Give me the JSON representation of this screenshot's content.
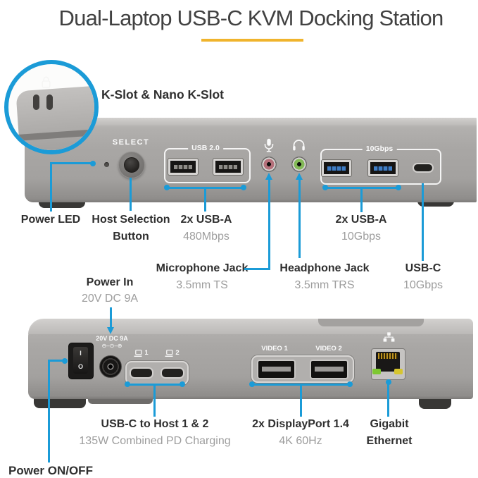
{
  "title": "Dual-Laptop USB-C KVM Docking Station",
  "colors": {
    "callout_blue": "#1b9bd7",
    "underline_yellow": "#f0b42d"
  },
  "inset": {
    "label": "K-Slot & Nano K-Slot"
  },
  "front_panel": {
    "select_print": "SELECT",
    "usb2_group_print": "USB 2.0",
    "usb10_group_print": "10Gbps",
    "labels": {
      "power_led": "Power LED",
      "host_btn_l1": "Host Selection",
      "host_btn_l2": "Button",
      "usb2_l1": "2x USB-A",
      "usb2_l2": "480Mbps",
      "mic_l1": "Microphone Jack",
      "mic_l2": "3.5mm TS",
      "hp_l1": "Headphone Jack",
      "hp_l2": "3.5mm TRS",
      "usb10_l1": "2x USB-A",
      "usb10_l2": "10Gbps",
      "usbc_l1": "USB-C",
      "usbc_l2": "10Gbps"
    }
  },
  "rear_panel": {
    "power_print": "20V DC 9A",
    "polarity": "⊖–⊙–⊕",
    "switch_on": "I",
    "switch_off": "O",
    "host1": "1",
    "host2": "2",
    "video1": "VIDEO 1",
    "video2": "VIDEO 2",
    "labels": {
      "power_in_l1": "Power In",
      "power_in_l2": "20V DC 9A",
      "usbc_host_l1": "USB-C to Host 1 & 2",
      "usbc_host_l2": "135W Combined PD Charging",
      "dp_l1": "2x DisplayPort 1.4",
      "dp_l2": "4K 60Hz",
      "eth_l1": "Gigabit",
      "eth_l2": "Ethernet",
      "power_switch": "Power ON/OFF"
    }
  }
}
